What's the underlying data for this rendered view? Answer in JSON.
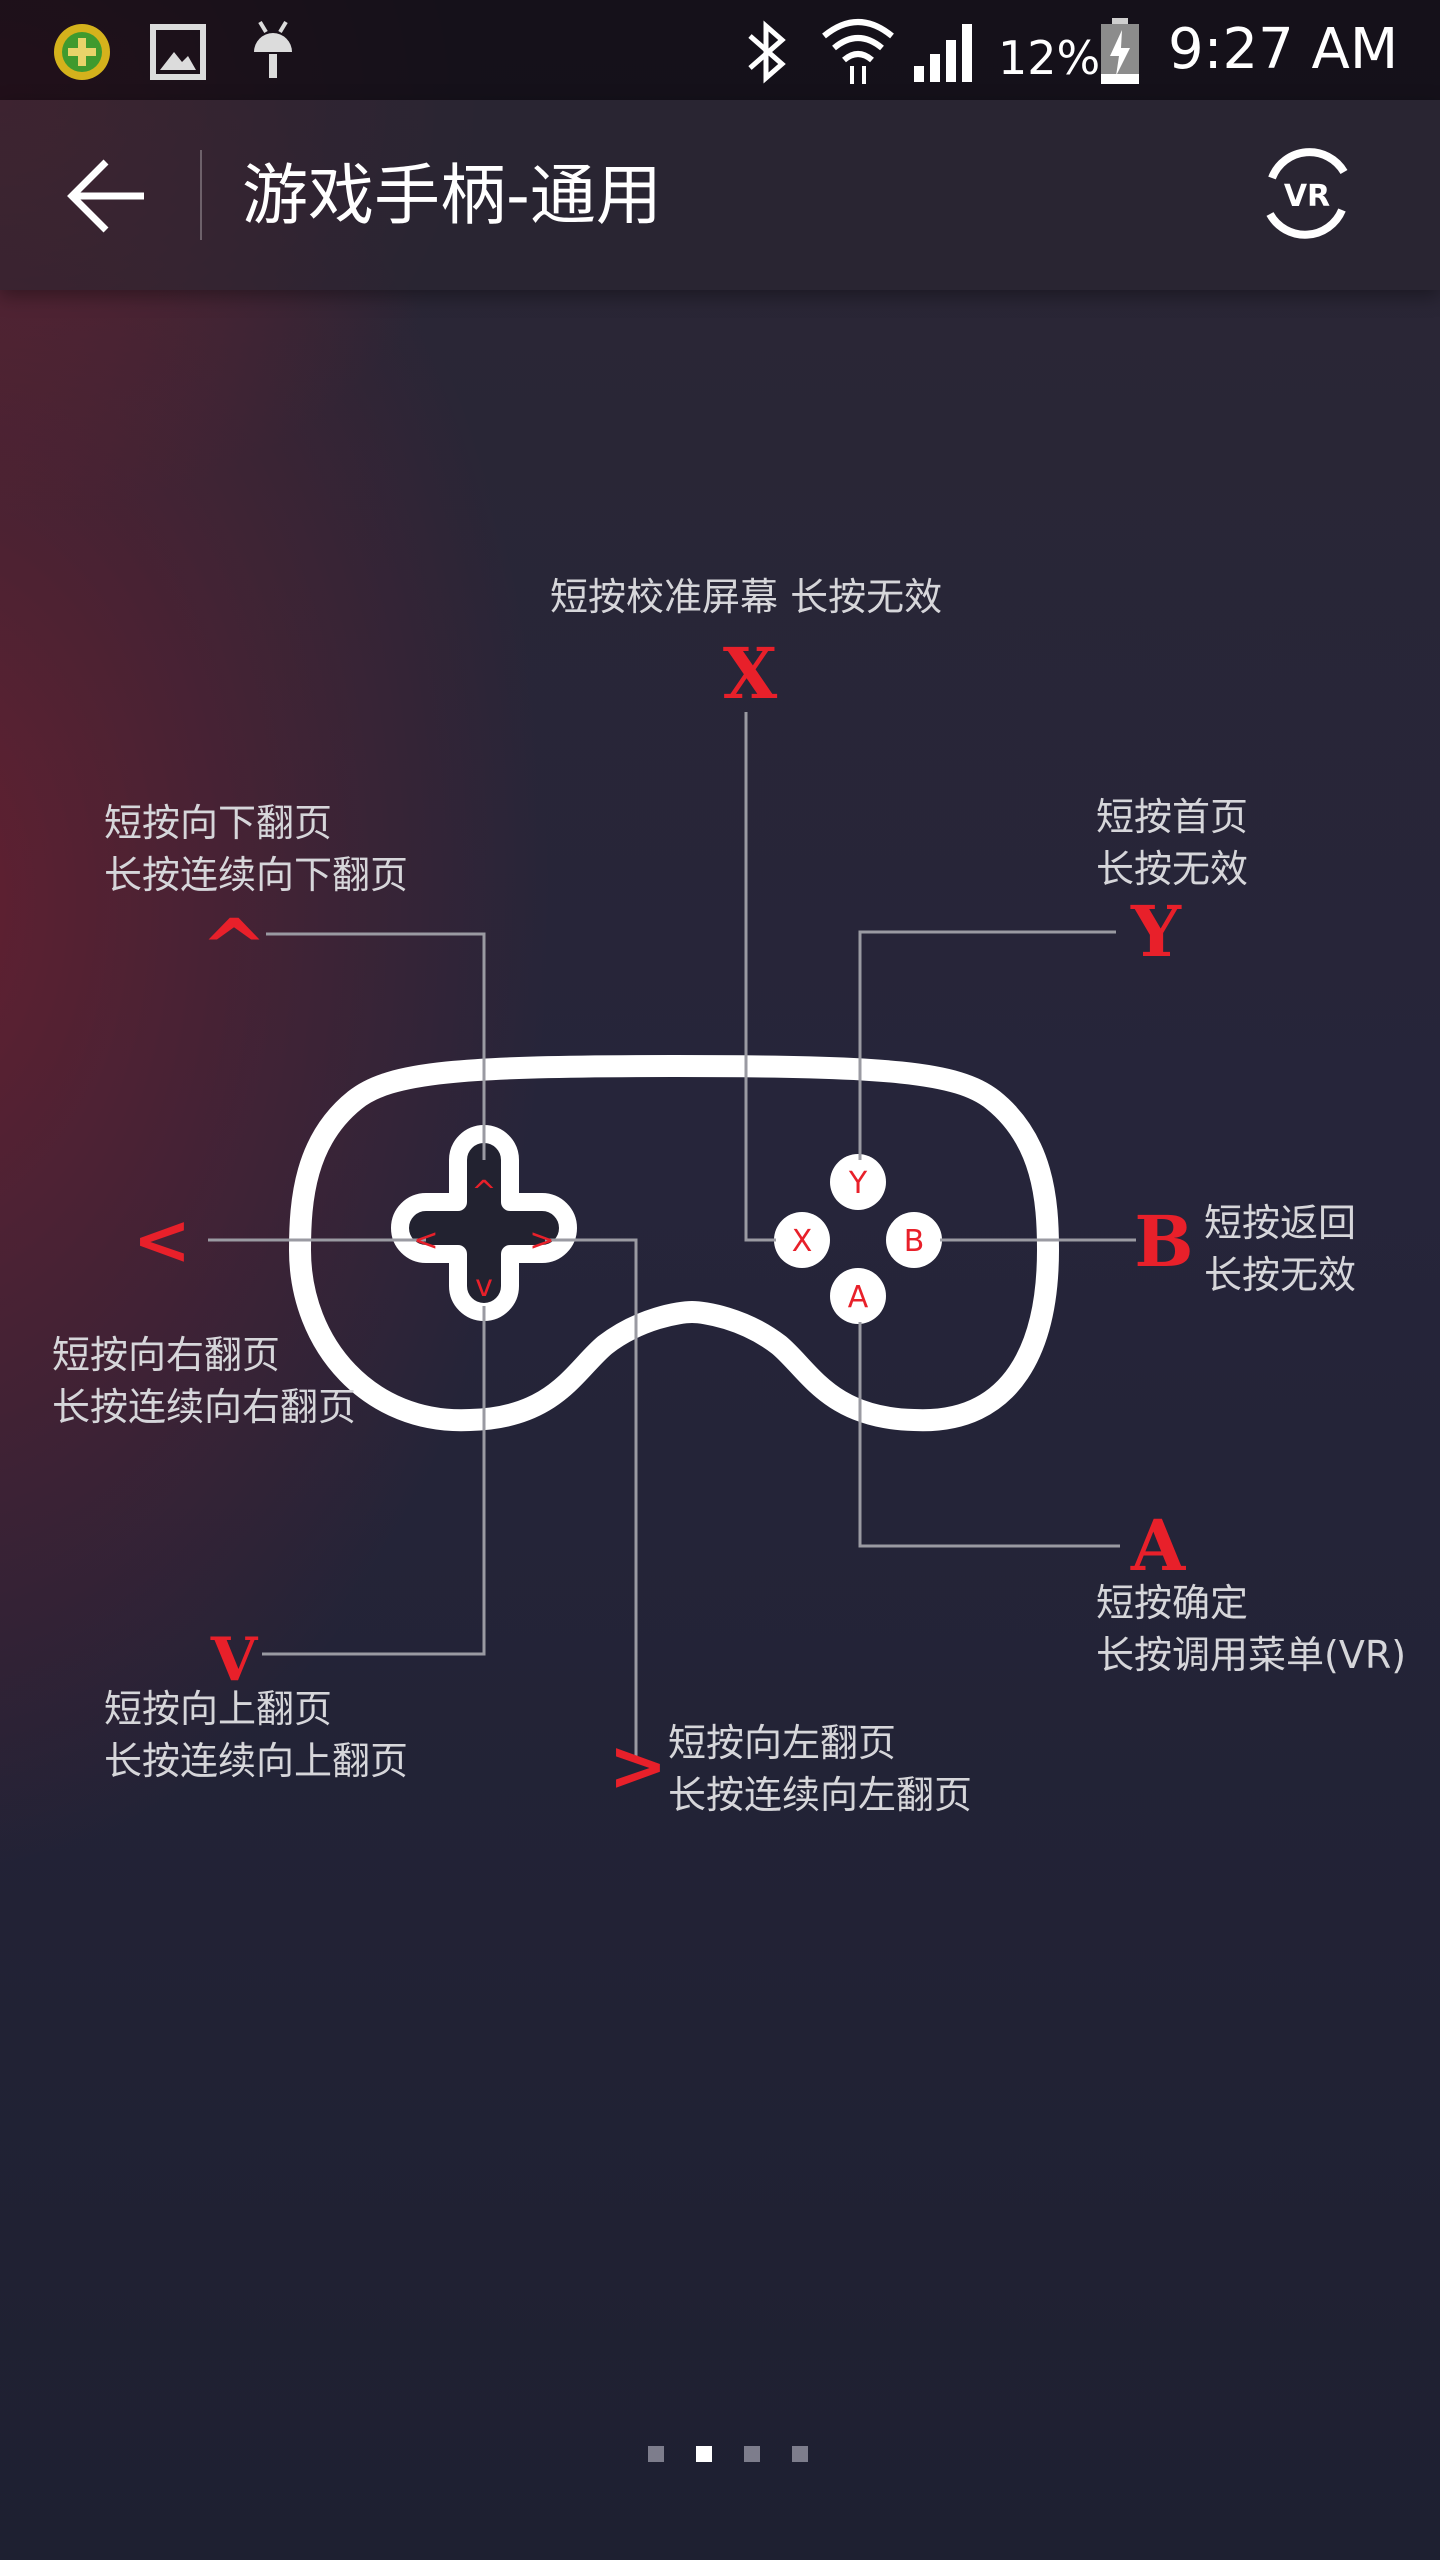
{
  "status_bar": {
    "battery_percent": "12%",
    "time": "9:27 AM"
  },
  "app_bar": {
    "title": "游戏手柄-通用",
    "vr_badge": "VR"
  },
  "gamepad": {
    "x_key": "X",
    "x_desc": "短按校准屏幕 长按无效",
    "y_key": "Y",
    "y_desc_1": "短按首页",
    "y_desc_2": "长按无效",
    "b_key": "B",
    "b_desc_1": "短按返回",
    "b_desc_2": "长按无效",
    "a_key": "A",
    "a_desc_1": "短按确定",
    "a_desc_2": "长按调用菜单(VR)",
    "up_key": "^",
    "up_desc_1": "短按向下翻页",
    "up_desc_2": "长按连续向下翻页",
    "left_key": "<",
    "left_desc_1": "短按向右翻页",
    "left_desc_2": "长按连续向右翻页",
    "down_key": "V",
    "down_desc_1": "短按向上翻页",
    "down_desc_2": "长按连续向上翻页",
    "right_key": ">",
    "right_desc_1": "短按向左翻页",
    "right_desc_2": "长按连续向左翻页",
    "btn_y": "Y",
    "btn_x": "X",
    "btn_b": "B",
    "btn_a": "A",
    "dpad_up": "^",
    "dpad_down": "v",
    "dpad_left": "<",
    "dpad_right": ">"
  },
  "pager": {
    "count": 4,
    "active_index": 1
  },
  "colors": {
    "accent_red": "#e8202a",
    "label_gray": "#d6d6da",
    "line_gray": "#9a9aa2"
  }
}
